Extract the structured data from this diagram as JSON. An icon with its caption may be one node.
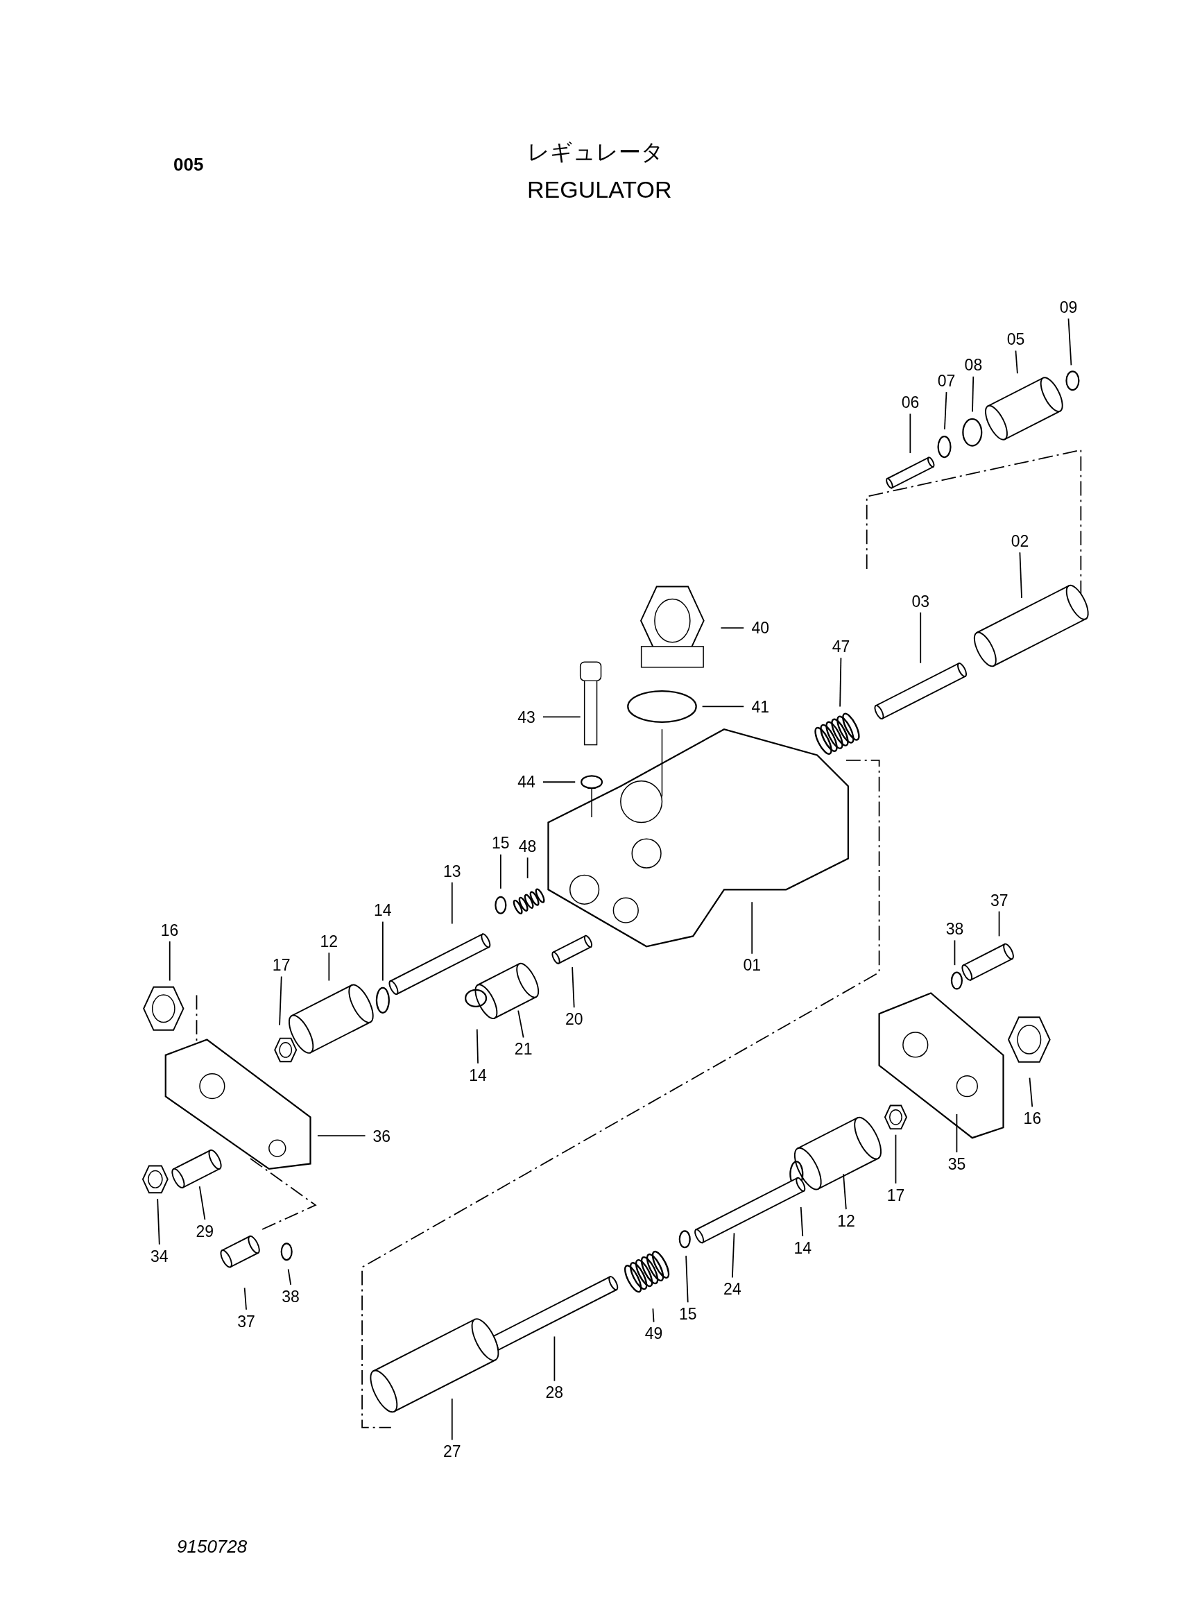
{
  "diagram": {
    "title": "REGULATOR",
    "nodes": [
      {
        "text": [
          "09"
        ]
      },
      {
        "text": [
          "05"
        ]
      },
      {
        "text": [
          "08"
        ]
      },
      {
        "text": [
          "07"
        ]
      },
      {
        "text": [
          "06"
        ]
      },
      {
        "text": [
          "02"
        ]
      },
      {
        "text": [
          "03"
        ]
      },
      {
        "text": [
          "47"
        ]
      },
      {
        "text": [
          "40"
        ]
      },
      {
        "text": [
          "41"
        ]
      },
      {
        "text": [
          "43"
        ]
      },
      {
        "text": [
          "44"
        ]
      },
      {
        "text": [
          "48"
        ]
      },
      {
        "text": [
          "15"
        ]
      },
      {
        "text": [
          "13"
        ]
      },
      {
        "text": [
          "14"
        ]
      },
      {
        "text": [
          "12"
        ]
      },
      {
        "text": [
          "17"
        ]
      },
      {
        "text": [
          "16"
        ]
      },
      {
        "text": [
          "01"
        ]
      },
      {
        "text": [
          "20"
        ]
      },
      {
        "text": [
          "21"
        ]
      },
      {
        "text": [
          "14"
        ]
      },
      {
        "text": [
          "36"
        ]
      },
      {
        "text": [
          "34"
        ]
      },
      {
        "text": [
          "29"
        ]
      },
      {
        "text": [
          "37"
        ]
      },
      {
        "text": [
          "38"
        ]
      },
      {
        "text": [
          "37"
        ]
      },
      {
        "text": [
          "38"
        ]
      },
      {
        "text": [
          "16"
        ]
      },
      {
        "text": [
          "35"
        ]
      },
      {
        "text": [
          "17"
        ]
      },
      {
        "text": [
          "12"
        ]
      },
      {
        "text": [
          "14"
        ]
      },
      {
        "text": [
          "24"
        ]
      },
      {
        "text": [
          "15"
        ]
      },
      {
        "text": [
          "49"
        ]
      },
      {
        "text": [
          "28"
        ]
      },
      {
        "text": [
          "27"
        ]
      }
    ],
    "edges": [
      {
        "from": 0,
        "to": null,
        "arrow": "none"
      },
      {
        "from": 1,
        "to": null,
        "arrow": "none"
      },
      {
        "from": 2,
        "to": null,
        "arrow": "none"
      },
      {
        "from": 3,
        "to": null,
        "arrow": "none"
      },
      {
        "from": 4,
        "to": null,
        "arrow": "none"
      },
      {
        "from": 5,
        "to": null,
        "arrow": "none"
      },
      {
        "from": 6,
        "to": null,
        "arrow": "none"
      },
      {
        "from": 7,
        "to": null,
        "arrow": "none"
      },
      {
        "from": 8,
        "to": null,
        "arrow": "none"
      },
      {
        "from": 9,
        "to": null,
        "arrow": "none"
      },
      {
        "from": 10,
        "to": null,
        "arrow": "none"
      },
      {
        "from": 11,
        "to": null,
        "arrow": "none"
      },
      {
        "from": 12,
        "to": null,
        "arrow": "none"
      },
      {
        "from": 13,
        "to": null,
        "arrow": "none"
      },
      {
        "from": 14,
        "to": null,
        "arrow": "none"
      },
      {
        "from": 15,
        "to": null,
        "arrow": "none"
      },
      {
        "from": 16,
        "to": null,
        "arrow": "none"
      },
      {
        "from": 17,
        "to": null,
        "arrow": "none"
      },
      {
        "from": 18,
        "to": null,
        "arrow": "none"
      },
      {
        "from": 19,
        "to": null,
        "arrow": "none"
      },
      {
        "from": 20,
        "to": null,
        "arrow": "none"
      },
      {
        "from": 21,
        "to": null,
        "arrow": "none"
      },
      {
        "from": 22,
        "to": null,
        "arrow": "none"
      },
      {
        "from": 23,
        "to": null,
        "arrow": "none"
      },
      {
        "from": 24,
        "to": null,
        "arrow": "none"
      },
      {
        "from": 25,
        "to": null,
        "arrow": "none"
      },
      {
        "from": 26,
        "to": null,
        "arrow": "none"
      },
      {
        "from": 27,
        "to": null,
        "arrow": "none"
      },
      {
        "from": 28,
        "to": null,
        "arrow": "none"
      },
      {
        "from": 29,
        "to": null,
        "arrow": "none"
      },
      {
        "from": 30,
        "to": null,
        "arrow": "none"
      },
      {
        "from": 31,
        "to": null,
        "arrow": "none"
      },
      {
        "from": 32,
        "to": null,
        "arrow": "none"
      },
      {
        "from": 33,
        "to": null,
        "arrow": "none"
      },
      {
        "from": 34,
        "to": null,
        "arrow": "none"
      },
      {
        "from": 35,
        "to": null,
        "arrow": "none"
      },
      {
        "from": 36,
        "to": null,
        "arrow": "none"
      },
      {
        "from": 37,
        "to": null,
        "arrow": "none"
      },
      {
        "from": 38,
        "to": null,
        "arrow": "none"
      },
      {
        "from": 39,
        "to": null,
        "arrow": "none"
      }
    ],
    "labels": [
      "005",
      "レギュレータ",
      "9150728"
    ]
  }
}
